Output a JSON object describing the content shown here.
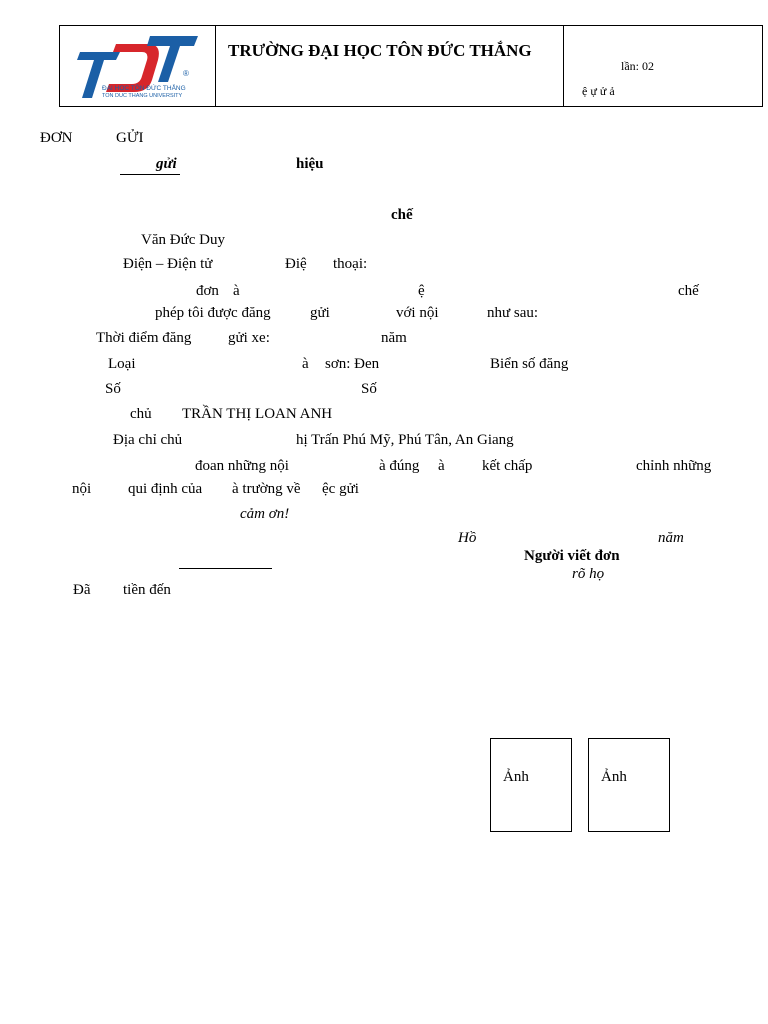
{
  "header": {
    "logo_text": "TDT",
    "logo_mark": "®",
    "logo_line1": "ĐẠI HỌC TÔN ĐỨC THẮNG",
    "logo_line2": "TON DUC THANG UNIVERSITY",
    "school_name": "TRƯỜNG ĐẠI HỌC TÔN ĐỨC THẮNG",
    "edition": "lần: 02",
    "fragment": "ệ  ự  ử  ả"
  },
  "form": {
    "title_word1": "ĐƠN",
    "title_word2": "GỬI",
    "gui": "gửi",
    "hieu": "hiệu",
    "che": "chế",
    "name": "Văn Đức Duy",
    "dept": "Điện – Điện tử",
    "phone_a": "Điệ",
    "phone_b": "thoại:",
    "l1_a": "đơn",
    "l1_b": "à",
    "l1_c": "ệ",
    "l1_d": "chế",
    "l2_a": "phép tôi được đăng",
    "l2_b": "gửi",
    "l2_c": "với nội",
    "l2_d": "như sau:",
    "time_a": "Thời điểm đăng",
    "time_b": "gửi xe:",
    "time_c": "năm",
    "type_a": "Loại",
    "type_b": "à",
    "type_c": "sơn: Đen",
    "plate": "Biển  số  đăng",
    "so1": "Số",
    "so2": "Số",
    "owner_a": "chủ",
    "owner_name": "TRẦN THỊ LOAN ANH",
    "addr_a": "Địa  chỉ  chủ",
    "addr_b": "hị Trấn Phú Mỹ, Phú Tân, An Giang",
    "c1_a": "đoan những nội",
    "c1_b": "à đúng",
    "c1_c": "à",
    "c1_d": "kết chấp",
    "c1_e": "chỉnh những",
    "c2_a": "nội",
    "c2_b": "qui định của",
    "c2_c": "à trường về",
    "c2_d": "ệc gửi",
    "thanks": "cảm ơn!",
    "place": "Hồ",
    "year": "năm",
    "writer": "Người viết đơn",
    "sign_name": "rõ họ",
    "paid_a": "Đã",
    "paid_b": "tiền đến",
    "photo1": "Ảnh",
    "photo2": "Ảnh"
  },
  "colors": {
    "logo_red": "#d7262b",
    "logo_blue": "#1b5fa6"
  }
}
